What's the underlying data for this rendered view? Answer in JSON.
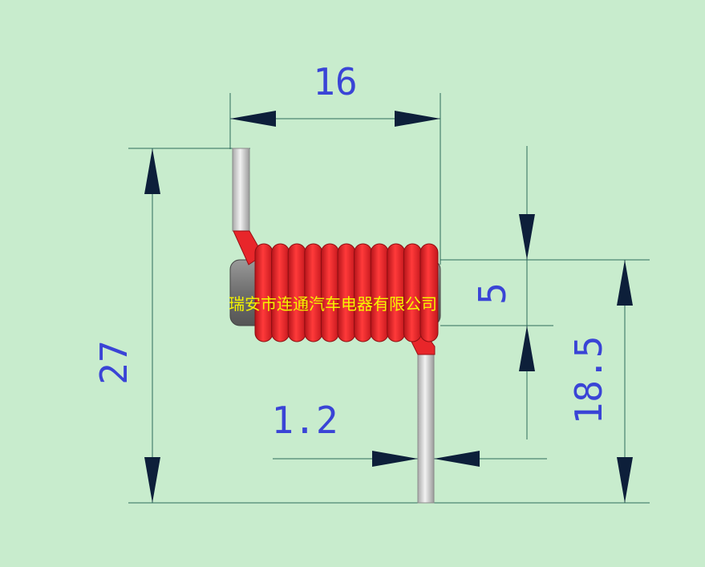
{
  "diagram": {
    "type": "coil-inductor-dimension-drawing",
    "dimensions": {
      "width": "16",
      "height": "27",
      "core_diameter": "5",
      "lead_height": "18.5",
      "wire_diameter": "1.2"
    },
    "watermark_text": "瑞安市连通汽车电器有限公司",
    "colors": {
      "background": "#c8eccd",
      "dimension_line": "#2e6b5c",
      "arrow": "#0d1f3a",
      "dimension_text": "#3a44d6",
      "coil": "#e8262a",
      "coil_shadow": "#b5141a",
      "core": "#7d7d7d",
      "lead_wire": "#d4d4d4",
      "watermark": "#f4f400"
    }
  }
}
